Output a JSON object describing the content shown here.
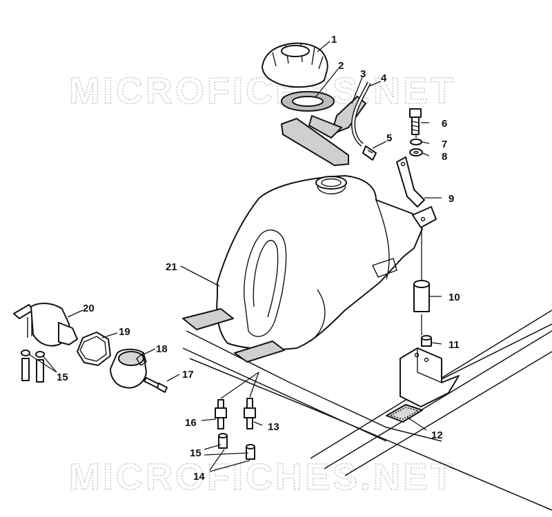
{
  "watermark": {
    "text": "MICROFICHES.NET"
  },
  "callouts": {
    "c1": "1",
    "c2": "2",
    "c3": "3",
    "c4": "4",
    "c5": "5",
    "c6": "6",
    "c7": "7",
    "c8": "8",
    "c9": "9",
    "c10": "10",
    "c11": "11",
    "c12": "12",
    "c13": "13",
    "c14": "14",
    "c15a": "15",
    "c15b": "15",
    "c16": "16",
    "c17": "17",
    "c18": "18",
    "c19": "19",
    "c20": "20",
    "c21": "21"
  }
}
